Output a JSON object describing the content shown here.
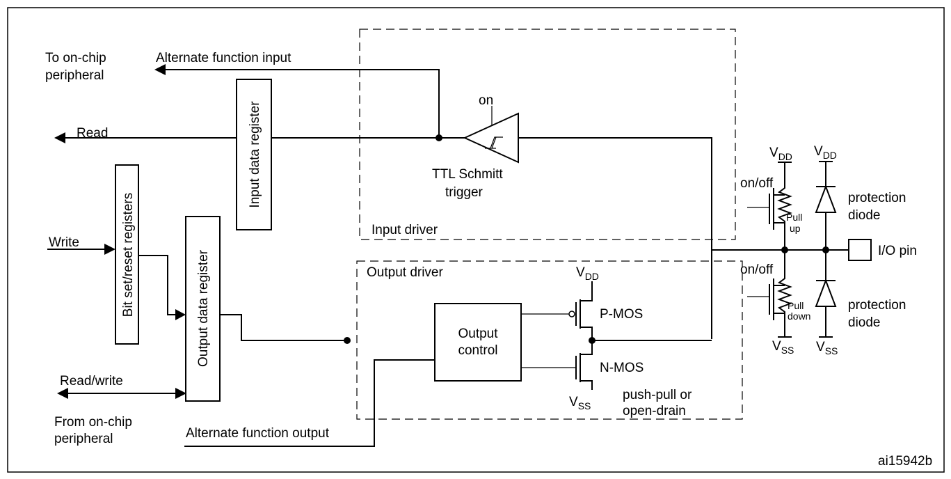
{
  "labels": {
    "to_on_chip_peripheral_line1": "To on-chip",
    "to_on_chip_peripheral_line2": "peripheral",
    "alternate_function_input": "Alternate function input",
    "read": "Read",
    "write": "Write",
    "read_write": "Read/write",
    "from_on_chip_peripheral_line1": "From on-chip",
    "from_on_chip_peripheral_line2": "peripheral",
    "alternate_function_output": "Alternate function output",
    "input_data_register": "Input data register",
    "bit_set_reset_registers": "Bit set/reset registers",
    "output_data_register": "Output data register",
    "on": "on",
    "ttl_schmitt_trigger_line1": "TTL Schmitt",
    "ttl_schmitt_trigger_line2": "trigger",
    "input_driver": "Input driver",
    "output_driver": "Output driver",
    "output_control_line1": "Output",
    "output_control_line2": "control",
    "p_mos": "P-MOS",
    "n_mos": "N-MOS",
    "push_pull_line1": "push-pull or",
    "push_pull_line2": "open-drain",
    "on_off_top": "on/off",
    "on_off_bottom": "on/off",
    "pull_up_line1": "Pull",
    "pull_up_line2": "up",
    "pull_down_line1": "Pull",
    "pull_down_line2": "down",
    "protection_diode_top_line1": "protection",
    "protection_diode_top_line2": "diode",
    "protection_diode_bottom_line1": "protection",
    "protection_diode_bottom_line2": "diode",
    "io_pin": "I/O pin",
    "figure_id": "ai15942b"
  },
  "supply": {
    "v": "V",
    "dd": "DD",
    "ss": "SS"
  }
}
